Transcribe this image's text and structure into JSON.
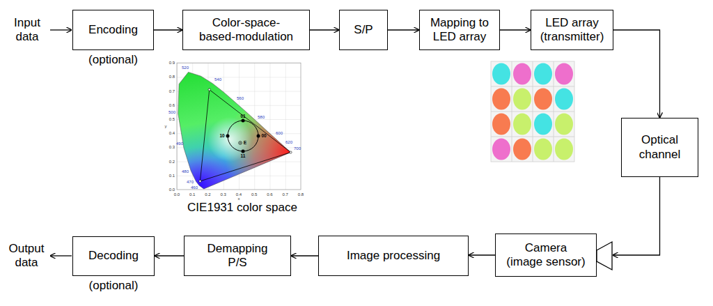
{
  "diagram": {
    "nodes": [
      {
        "text": [
          "Encoding",
          "(optional)"
        ]
      },
      {
        "text": [
          "Color-space-based-modulation"
        ]
      },
      {
        "text": [
          "S/P"
        ]
      },
      {
        "text": [
          "Mapping to LED array"
        ]
      },
      {
        "text": [
          "LED array (transmitter)"
        ]
      },
      {
        "text": [
          "Optical channel"
        ]
      },
      {
        "text": [
          "Camera (image sensor)"
        ]
      },
      {
        "text": [
          "Image processing"
        ]
      },
      {
        "text": [
          "Demapping P/S"
        ]
      },
      {
        "text": [
          "Decoding",
          "(optional)"
        ]
      }
    ],
    "edges": [
      {
        "from": 0,
        "to": 1,
        "arrow": "to"
      },
      {
        "from": 1,
        "to": 2,
        "arrow": "to"
      },
      {
        "from": 2,
        "to": 3,
        "arrow": "to"
      },
      {
        "from": 3,
        "to": 4,
        "arrow": "to"
      },
      {
        "from": 4,
        "to": 5,
        "arrow": "to"
      },
      {
        "from": 5,
        "to": 6,
        "arrow": "to"
      },
      {
        "from": 6,
        "to": 7,
        "arrow": "to"
      },
      {
        "from": 7,
        "to": 8,
        "arrow": "to"
      },
      {
        "from": 8,
        "to": 9,
        "arrow": "to"
      }
    ],
    "labels": [
      "Input data",
      "Output data",
      "CIE1931 color space",
      "0.0",
      "0.1",
      "0.2",
      "0.3",
      "0.4",
      "0.5",
      "0.6",
      "0.7",
      "0.8",
      "0.9",
      "0.0",
      "0.1",
      "0.2",
      "0.3",
      "0.4",
      "0.5",
      "0.6",
      "0.7",
      "0.8",
      "x",
      "y",
      "520",
      "540",
      "560",
      "580",
      "600",
      "620",
      "700",
      "500",
      "490",
      "480",
      "470",
      "460",
      "01",
      "10",
      "00",
      "11",
      "E"
    ]
  }
}
